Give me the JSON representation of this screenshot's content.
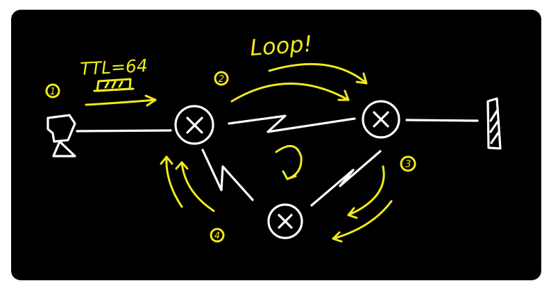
{
  "annotations": {
    "ttl_label": "TTL=64",
    "loop_label": "Loop!",
    "step_1": "1",
    "step_2": "2",
    "step_3": "3",
    "step_4": "4"
  },
  "colors": {
    "board": "#000000",
    "wire": "#ffffff",
    "annotation": "#f2ea1c"
  },
  "icons": {
    "host": "computer-icon",
    "router": "router-icon",
    "server": "server-icon",
    "packet": "packet-icon"
  }
}
